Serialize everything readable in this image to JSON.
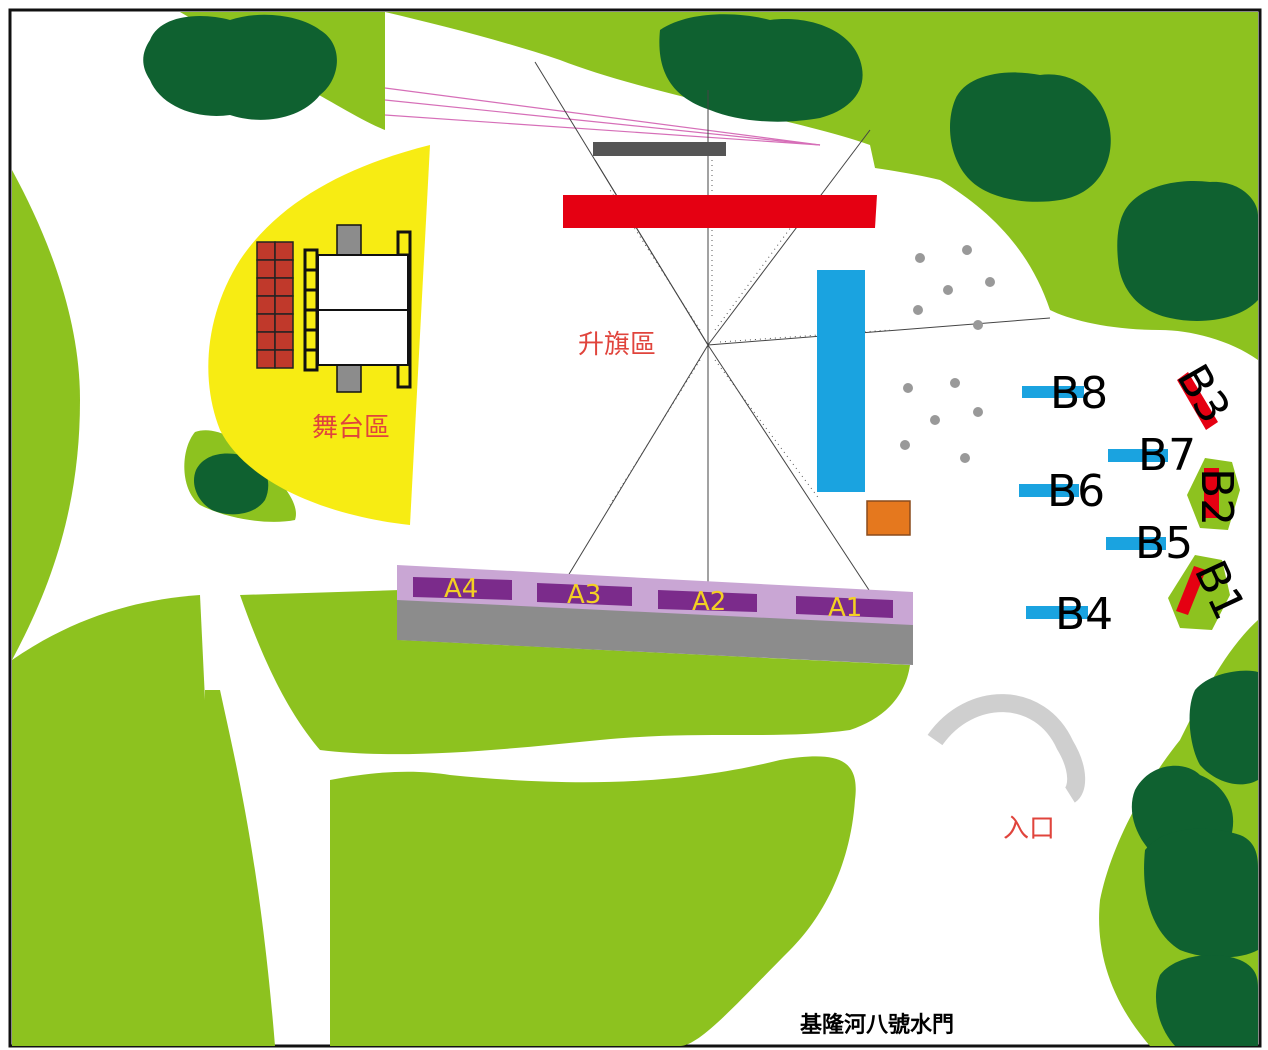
{
  "labels": {
    "stage_area": "舞台區",
    "flag_area": "升旗區",
    "entrance": "入口",
    "footer_caption": "基隆河八號水門"
  },
  "booths_a": [
    "A4",
    "A3",
    "A2",
    "A1"
  ],
  "booths_b": [
    "B8",
    "B7",
    "B6",
    "B5",
    "B4",
    "B3",
    "B2",
    "B1"
  ],
  "colors": {
    "grass": "#8dc21f",
    "tree": "#0f6130",
    "path": "#ffffff",
    "stage": "#f7ec13",
    "red": "#e50012",
    "blue": "#1aa3e0",
    "purple_strip": "#c9a6d4",
    "booth_purple": "#7b2b8b",
    "gray_strip": "#8c8c8c",
    "entrance_arc": "#cfcfcf",
    "orange": "#e5781e"
  }
}
